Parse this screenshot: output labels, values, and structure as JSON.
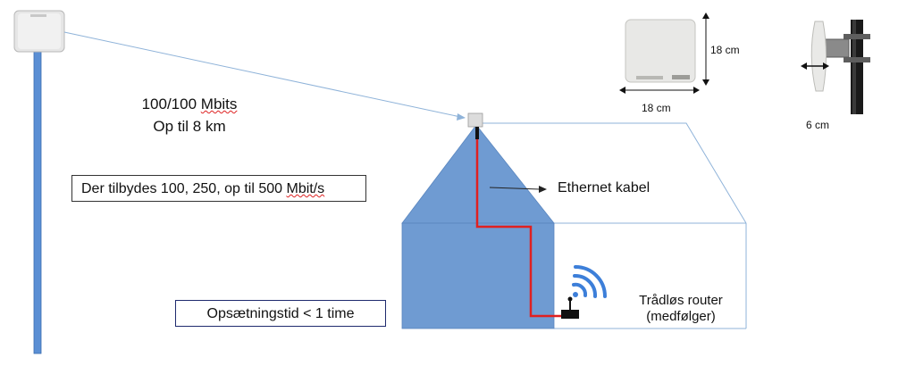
{
  "speed_label": {
    "line1_a": "100/100 ",
    "line1_b": "Mbits",
    "line2": "Op til 8 km"
  },
  "offer_box": {
    "text_a": "Der tilbydes 100, 250, op til 500 ",
    "text_b": "Mbit/s"
  },
  "setup_box": {
    "text": "Opsætningstid < 1 time"
  },
  "ethernet_label": {
    "text": "Ethernet kabel"
  },
  "router_label": {
    "line1": "Trådløs router",
    "line2": "(medfølger)"
  },
  "dimensions": {
    "panel_height": "18 cm",
    "panel_width": "18 cm",
    "depth": "6 cm"
  },
  "colors": {
    "house": "#6f9bd2",
    "pole": "#5b8fd4",
    "cable": "#e02020",
    "wifi": "#3d7fd9",
    "outline": "#8fb3d9"
  },
  "icons": {
    "antenna": "panel-antenna-icon",
    "wifi": "wifi-signal-icon",
    "router": "router-icon"
  }
}
